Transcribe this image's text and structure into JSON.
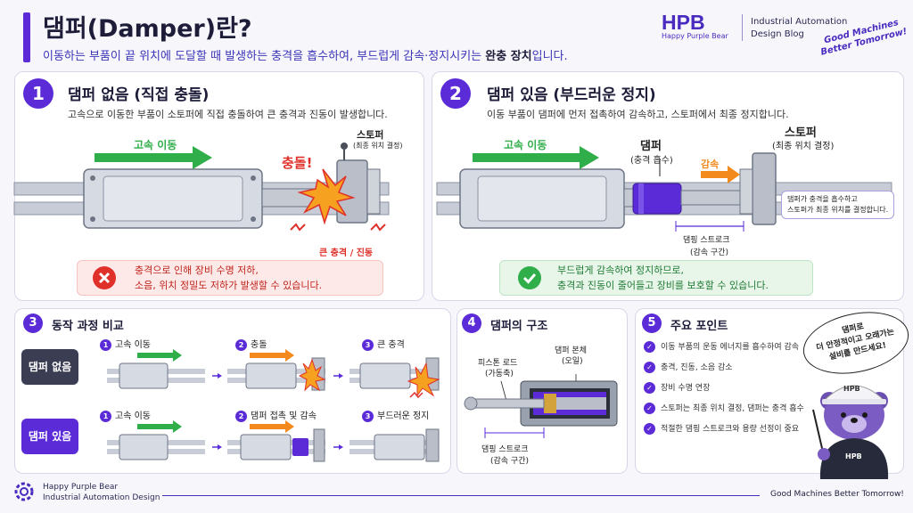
{
  "header": {
    "title": "댐퍼(Damper)란?",
    "subtitle_pre": "이동하는 부품이 끝 위치에 도달할 때 발생하는 충격을 흡수하여, 부드럽게 감속·정지시키는 ",
    "subtitle_bold": "완충 장치",
    "subtitle_post": "입니다."
  },
  "brand": {
    "logo": "HPB",
    "logo_sub": "Happy Purple Bear",
    "blog_line1": "Industrial Automation",
    "blog_line2": "Design Blog",
    "slogan_line1": "Good Machines",
    "slogan_line2": "Better Tomorrow!"
  },
  "section1": {
    "number": "1",
    "title": "댐퍼 없음 (직접 충돌)",
    "desc": "고속으로 이동한 부품이 소토퍼에 직접 충돌하여 큰 충격과 진동이 발생합니다.",
    "arrow_label": "고속 이동",
    "stopper_label": "스토퍼",
    "stopper_sub": "(최종 위치 결정)",
    "crash_label": "충돌!",
    "impact_label": "큰 충격 / 진동",
    "alert_line1": "충격으로 인해 장비 수명 저하,",
    "alert_line2": "소음, 위치 정밀도 저하가 발생할 수 있습니다."
  },
  "section2": {
    "number": "2",
    "title": "댐퍼 있음 (부드러운 정지)",
    "desc": "이동 부품이 댐퍼에 먼저 접촉하여 감속하고, 스토퍼에서 최종 정지합니다.",
    "arrow_label": "고속 이동",
    "damper_label": "댐퍼",
    "damper_sub": "(충격 흡수)",
    "decel_label": "감속",
    "stopper_label": "스토퍼",
    "stopper_sub": "(최종 위치 결정)",
    "note_line1": "댐퍼가 충격을 흡수하고",
    "note_line2": "스토퍼가 최종 위치를 결정합니다.",
    "stroke_label": "댐핑 스트로크",
    "stroke_sub": "(감속 구간)",
    "alert_line1": "부드럽게 감속하여 정지하므로,",
    "alert_line2": "충격과 진동이 줄어들고 장비를 보호할 수 있습니다."
  },
  "section3": {
    "number": "3",
    "title": "동작 과정 비교",
    "row1_label": "댐퍼 없음",
    "row2_label": "댐퍼 있음",
    "row1_steps": [
      {
        "n": "1",
        "label": "고속 이동"
      },
      {
        "n": "2",
        "label": "충돌"
      },
      {
        "n": "3",
        "label": "큰 충격"
      }
    ],
    "row2_steps": [
      {
        "n": "1",
        "label": "고속 이동"
      },
      {
        "n": "2",
        "label": "댐퍼 접촉 및 감속"
      },
      {
        "n": "3",
        "label": "부드러운 정지"
      }
    ]
  },
  "section4": {
    "number": "4",
    "title": "댐퍼의 구조",
    "piston_label": "피스톤 로드",
    "piston_sub": "(가동축)",
    "body_label": "댐퍼 본체",
    "body_sub": "(오일)",
    "stroke_label": "댐핑 스트로크",
    "stroke_sub": "(감속 구간)"
  },
  "section5": {
    "number": "5",
    "title": "주요 포인트",
    "points": [
      "이동 부품의 운동 에너지를 흡수하여 감속",
      "충격, 진동, 소음 감소",
      "장비 수명 연장",
      "스토퍼는 최종 위치 결정, 댐퍼는 충격 흡수",
      "적절한 댐핑 스트로크와 용량 선정이 중요"
    ]
  },
  "mascot": {
    "bubble_line1": "댐퍼로",
    "bubble_line2": "더 안정적이고 오래가는",
    "bubble_line3": "설비를 만드세요!",
    "hat_text": "HPB",
    "shirt_text": "HPB"
  },
  "footer": {
    "brand_line1": "Happy Purple Bear",
    "brand_line2": "Industrial Automation Design",
    "slogan": "Good Machines Better Tomorrow!"
  },
  "colors": {
    "accent": "#5b2bd8",
    "green": "#2fae4a",
    "orange": "#f28a1e",
    "red": "#e0302a"
  }
}
